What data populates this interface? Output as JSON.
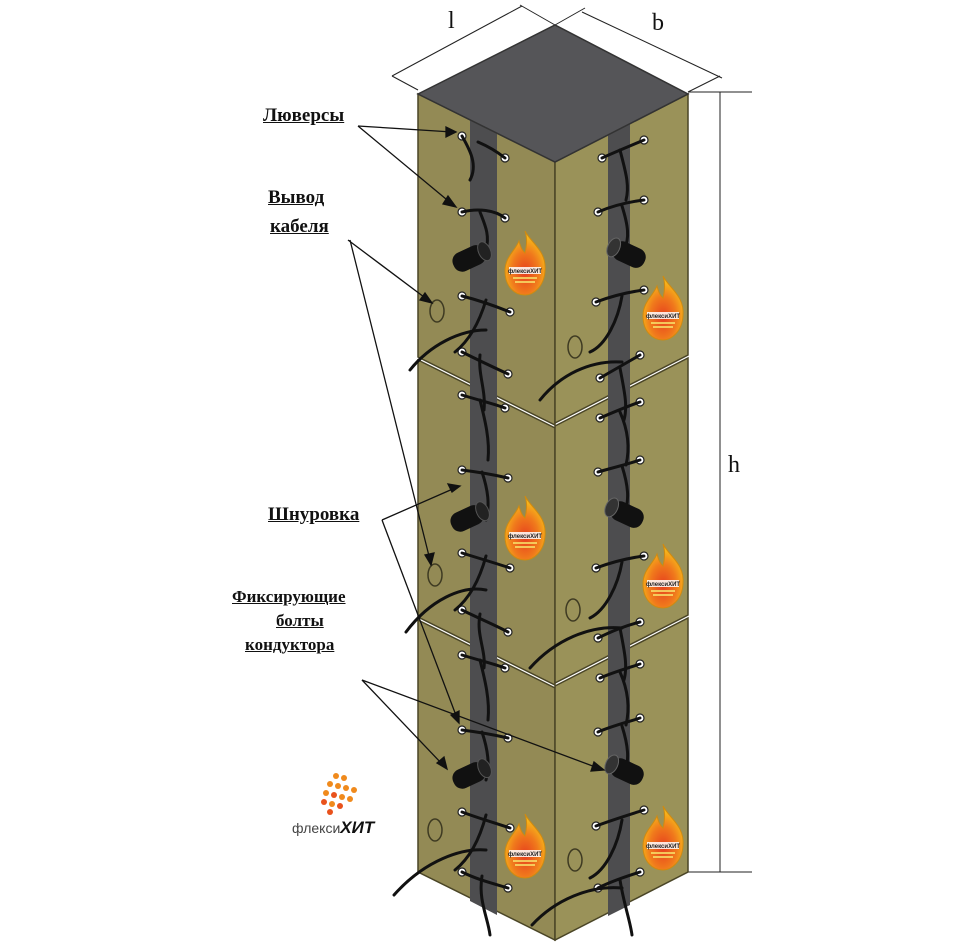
{
  "labels": {
    "lyuversy": "Люверсы",
    "vyvod_line1": "Вывод",
    "vyvod_line2": "кабеля",
    "shnurovka": "Шнуровка",
    "bolts_line1": "Фиксирующие",
    "bolts_line2": "болты",
    "bolts_line3": "кондуктора"
  },
  "dimensions": {
    "length": "l",
    "width": "b",
    "height": "h"
  },
  "brand": {
    "prefix": "флекси",
    "name": "ХИТ"
  },
  "colors": {
    "panel_left": "#938a55",
    "panel_right": "#9a9259",
    "panel_edge": "#4a4526",
    "seam": "#4d4d4f",
    "top": "#555558",
    "flame_outer": "#f6b418",
    "flame_inner": "#e2451c"
  }
}
